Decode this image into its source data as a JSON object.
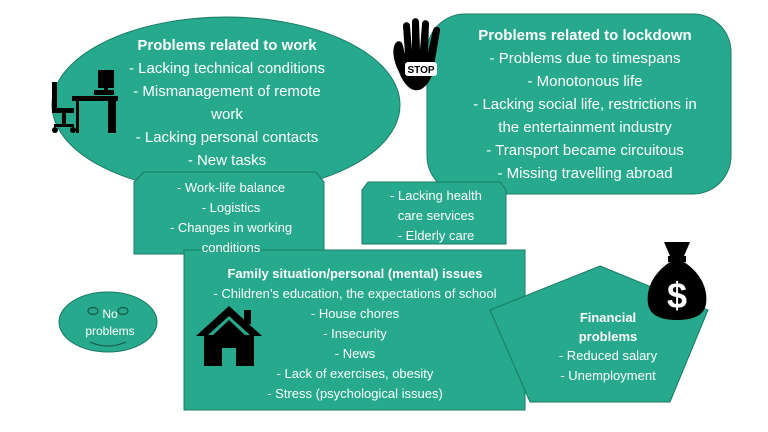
{
  "colors": {
    "fill": "#26a98c",
    "stroke": "#1a7a64",
    "text": "#ffffff",
    "icon": "#000000"
  },
  "work": {
    "title": "Problems related to work",
    "items": [
      "-   Lacking technical conditions",
      "-   Mismanagement of remote",
      "work",
      "-   Lacking personal contacts",
      "-   New tasks"
    ]
  },
  "lockdown": {
    "title": "Problems related to lockdown",
    "items": [
      "-  Problems due to timespans",
      "-   Monotonous life",
      "-   Lacking social life, restrictions in",
      "the entertainment industry",
      "-   Transport became circuitous",
      "-   Missing travelling abroad"
    ]
  },
  "work_life": {
    "items": [
      "-   Work-life balance",
      "-   Logistics",
      "-   Changes in working",
      "conditions"
    ]
  },
  "health": {
    "items": [
      "-   Lacking health",
      "care services",
      "-   Elderly care"
    ]
  },
  "family": {
    "title": "Family situation/personal (mental) issues",
    "items": [
      "-   Children’s education, the expectations of school",
      "-   House chores",
      "-   Insecurity",
      "-   News",
      "-   Lack of exercises, obesity",
      "-   Stress (psychological issues)"
    ]
  },
  "financial": {
    "title_lines": [
      "Financial",
      "problems"
    ],
    "items": [
      "-   Reduced salary",
      "-   Unemployment"
    ]
  },
  "no_problems": {
    "lines": [
      "No",
      "problems"
    ]
  },
  "stop_sign": {
    "label": "STOP"
  },
  "money_bag": {
    "symbol": "$"
  },
  "icons": [
    "stop-hand-icon",
    "desk-chair-icon",
    "house-icon",
    "money-bag-icon",
    "smiley-face-icon"
  ]
}
